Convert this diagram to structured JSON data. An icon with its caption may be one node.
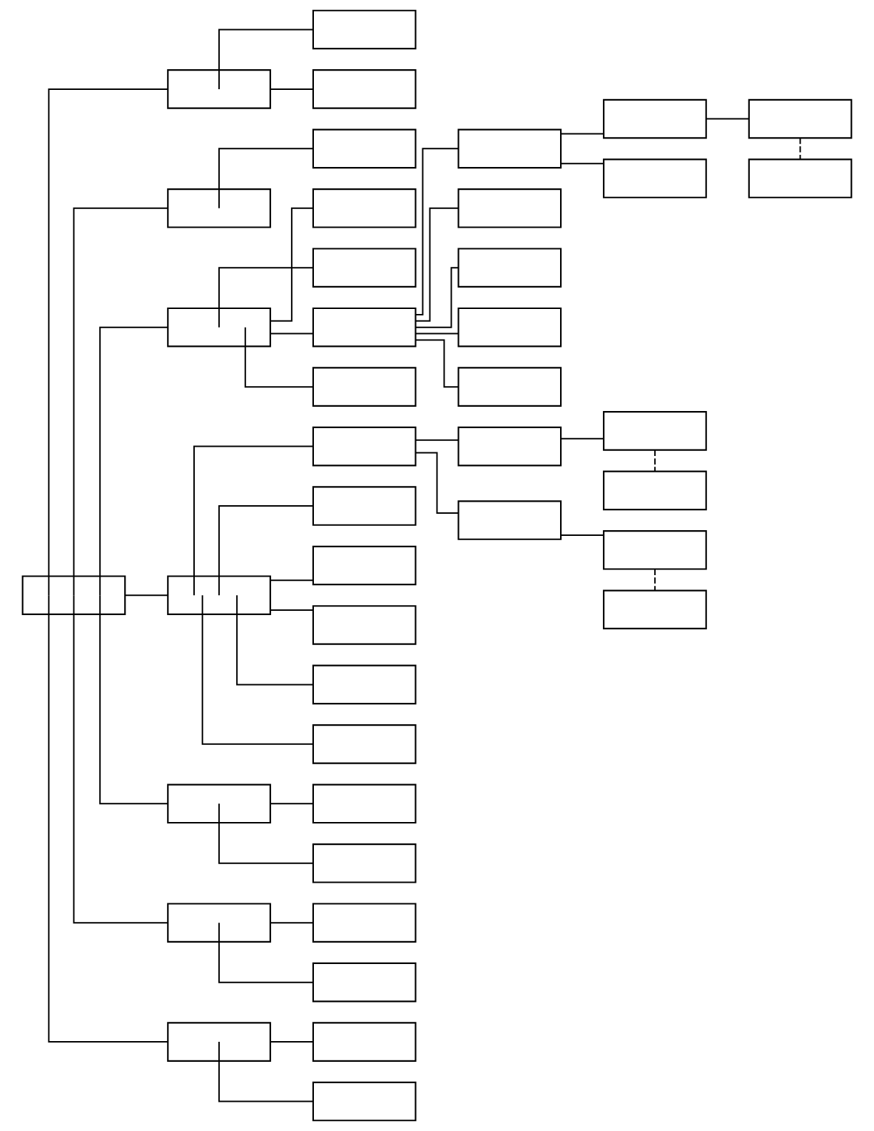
{
  "diagram": {
    "nodes": [
      {
        "text": [],
        "shape": "box"
      },
      {
        "text": [],
        "shape": "box"
      },
      {
        "text": [],
        "shape": "box"
      },
      {
        "text": [],
        "shape": "box"
      },
      {
        "text": [],
        "shape": "box"
      },
      {
        "text": [],
        "shape": "box"
      },
      {
        "text": [],
        "shape": "box"
      },
      {
        "text": [],
        "shape": "box"
      },
      {
        "text": [],
        "shape": "box"
      },
      {
        "text": [],
        "shape": "box"
      },
      {
        "text": [],
        "shape": "box"
      },
      {
        "text": [],
        "shape": "box"
      },
      {
        "text": [],
        "shape": "box"
      },
      {
        "text": [],
        "shape": "box"
      },
      {
        "text": [],
        "shape": "box"
      },
      {
        "text": [],
        "shape": "box"
      },
      {
        "text": [],
        "shape": "box"
      },
      {
        "text": [],
        "shape": "box"
      },
      {
        "text": [],
        "shape": "box"
      },
      {
        "text": [],
        "shape": "box"
      },
      {
        "text": [],
        "shape": "box"
      },
      {
        "text": [],
        "shape": "box"
      },
      {
        "text": [],
        "shape": "box"
      },
      {
        "text": [],
        "shape": "box"
      },
      {
        "text": [],
        "shape": "box"
      },
      {
        "text": [],
        "shape": "box"
      },
      {
        "text": [],
        "shape": "box"
      },
      {
        "text": [],
        "shape": "box"
      },
      {
        "text": [],
        "shape": "box"
      },
      {
        "text": [],
        "shape": "box"
      },
      {
        "text": [],
        "shape": "box"
      },
      {
        "text": [],
        "shape": "box"
      },
      {
        "text": [],
        "shape": "box"
      },
      {
        "text": [],
        "shape": "box"
      },
      {
        "text": [],
        "shape": "box"
      },
      {
        "text": [],
        "shape": "box"
      },
      {
        "text": [],
        "shape": "box"
      },
      {
        "text": [],
        "shape": "box"
      },
      {
        "text": [],
        "shape": "box"
      },
      {
        "text": [],
        "shape": "box"
      },
      {
        "text": [],
        "shape": "box"
      },
      {
        "text": [],
        "shape": "box"
      }
    ],
    "edges": [
      {
        "from": 0,
        "to": 1,
        "arrow": "none"
      },
      {
        "from": 0,
        "to": 4,
        "arrow": "none"
      },
      {
        "from": 0,
        "to": 6,
        "arrow": "none"
      },
      {
        "from": 0,
        "to": 20,
        "arrow": "none"
      },
      {
        "from": 0,
        "to": 33,
        "arrow": "none"
      },
      {
        "from": 0,
        "to": 37,
        "arrow": "none"
      },
      {
        "from": 0,
        "to": 40,
        "arrow": "none"
      },
      {
        "from": 1,
        "to": 2,
        "arrow": "none"
      },
      {
        "from": 1,
        "to": 3,
        "arrow": "none"
      },
      {
        "from": 4,
        "to": 5,
        "arrow": "none"
      },
      {
        "from": 6,
        "to": 7,
        "arrow": "none"
      },
      {
        "from": 6,
        "to": 8,
        "arrow": "none"
      },
      {
        "from": 6,
        "to": 9,
        "arrow": "none"
      },
      {
        "from": 6,
        "to": 14,
        "arrow": "none"
      },
      {
        "from": 9,
        "to": 10,
        "arrow": "none"
      },
      {
        "from": 9,
        "to": 15,
        "arrow": "none"
      },
      {
        "from": 9,
        "to": 17,
        "arrow": "none"
      },
      {
        "from": 9,
        "to": 18,
        "arrow": "none"
      },
      {
        "from": 9,
        "to": 19,
        "arrow": "none"
      },
      {
        "from": 10,
        "to": 11,
        "arrow": "none"
      },
      {
        "from": 10,
        "to": 13,
        "arrow": "none"
      },
      {
        "from": 11,
        "to": 12,
        "arrow": "none"
      },
      {
        "from": 12,
        "to": 16,
        "arrow": "none",
        "style": "dashed"
      },
      {
        "from": 20,
        "to": 21,
        "arrow": "none"
      },
      {
        "from": 20,
        "to": 25,
        "arrow": "none"
      },
      {
        "from": 20,
        "to": 26,
        "arrow": "none"
      },
      {
        "from": 20,
        "to": 30,
        "arrow": "none"
      },
      {
        "from": 20,
        "to": 31,
        "arrow": "none"
      },
      {
        "from": 20,
        "to": 32,
        "arrow": "none"
      },
      {
        "from": 21,
        "to": 22,
        "arrow": "none"
      },
      {
        "from": 21,
        "to": 27,
        "arrow": "none"
      },
      {
        "from": 22,
        "to": 23,
        "arrow": "none"
      },
      {
        "from": 23,
        "to": 24,
        "arrow": "none",
        "style": "dashed"
      },
      {
        "from": 27,
        "to": 28,
        "arrow": "none"
      },
      {
        "from": 28,
        "to": 29,
        "arrow": "none",
        "style": "dashed"
      },
      {
        "from": 33,
        "to": 34,
        "arrow": "none"
      },
      {
        "from": 33,
        "to": 35,
        "arrow": "none"
      },
      {
        "from": 37,
        "to": 36,
        "arrow": "none"
      },
      {
        "from": 37,
        "to": 38,
        "arrow": "none"
      },
      {
        "from": 40,
        "to": 39,
        "arrow": "none"
      },
      {
        "from": 40,
        "to": 41,
        "arrow": "none"
      }
    ]
  }
}
